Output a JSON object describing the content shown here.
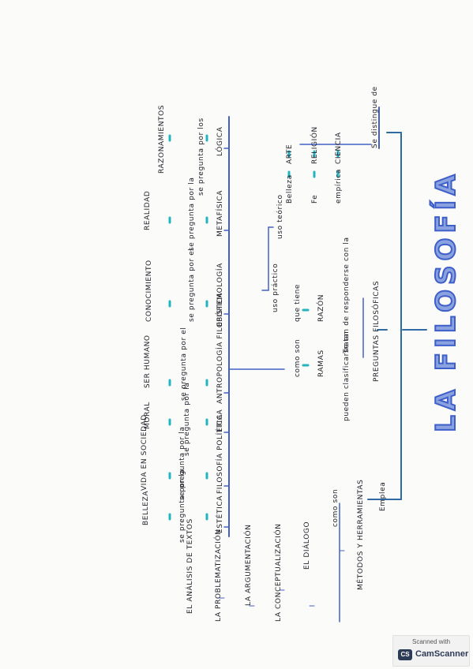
{
  "title": "LA FILOSOFÍA",
  "colors": {
    "trunk": "#2f6aa3",
    "branch": "#4361c5",
    "marker": "#21b5c2",
    "title_fill": "#8aa2e0",
    "title_stroke": "#3e5fc9"
  },
  "distinguishes": {
    "label": "Se distingue de",
    "items": [
      {
        "name": "CIENCIA",
        "base": "empírica"
      },
      {
        "name": "RELIGIÓN",
        "base": "Fe"
      },
      {
        "name": "ARTE",
        "base": "Belleza"
      }
    ]
  },
  "questions": {
    "label": "PREGUNTAS FILOSÓFICAS",
    "treat": "Tratan de responderse con la",
    "reason": "RAZÓN",
    "has_what": "que tiene",
    "use_theoretical": "uso teórico",
    "use_practical": "uso práctico",
    "can_classify": "pueden clasificarse en",
    "branches": "RAMAS",
    "how": "como son"
  },
  "branches": [
    {
      "name": "LÓGICA",
      "connector": "se pregunta por los",
      "object": "RAZONAMIENTOS"
    },
    {
      "name": "METAFÍSICA",
      "connector": "se pregunta por la",
      "object": "REALIDAD"
    },
    {
      "name": "EPISTEMOLOGÍA",
      "connector": "se pregunta por el",
      "object": "CONOCIMIENTO"
    },
    {
      "name": "ANTROPOLOGÍA FILOSÓFICA",
      "connector": "se pregunta por el",
      "object": "SER HUMANO"
    },
    {
      "name": "ÉTICA",
      "connector": "se pregunta por la",
      "object": "MORAL"
    },
    {
      "name": "FILOSOFÍA POLÍTICA",
      "connector": "se pregunta por la",
      "object": "VIDA EN SOCIEDAD"
    },
    {
      "name": "ESTÉTICA",
      "connector": "se pregunta por la",
      "object": "BELLEZA"
    }
  ],
  "methods": {
    "label": "Emplea",
    "label2": "MÉTODOS Y HERRAMIENTAS",
    "how": "como son",
    "items": [
      "EL DIÁLOGO",
      "LA CONCEPTUALIZACIÓN",
      "LA ARGUMENTACIÓN",
      "LA PROBLEMATIZACIÓN",
      "EL ANÁLISIS DE TEXTOS"
    ]
  },
  "watermark": {
    "scanned": "Scanned with",
    "logo": "CS",
    "brand": "CamScanner"
  }
}
